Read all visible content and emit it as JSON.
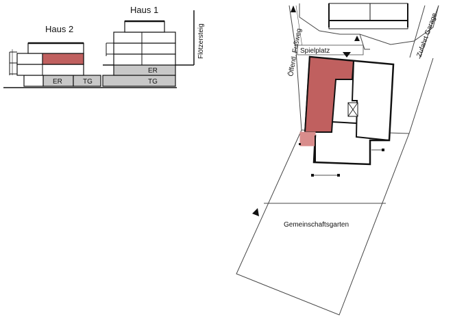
{
  "section": {
    "haus2_label": "Haus 2",
    "haus1_label": "Haus 1",
    "street_label": "Flötzersteig",
    "er_label_haus2": "ER",
    "tg_label_haus2": "TG",
    "er_label_haus1": "ER",
    "tg_label_haus1": "TG"
  },
  "site_plan": {
    "footpath_label": "Öffentl. Fußweg",
    "playground_label": "Spielplatz",
    "garage_access_label": "Zufahrt Garage",
    "garden_label": "Gemeinschaftsgarten"
  },
  "colors": {
    "highlight": "#c0605f",
    "highlight_light": "#d98d8c",
    "gray": "#c8c8c8",
    "line": "#111111",
    "thin_line": "#444444"
  }
}
